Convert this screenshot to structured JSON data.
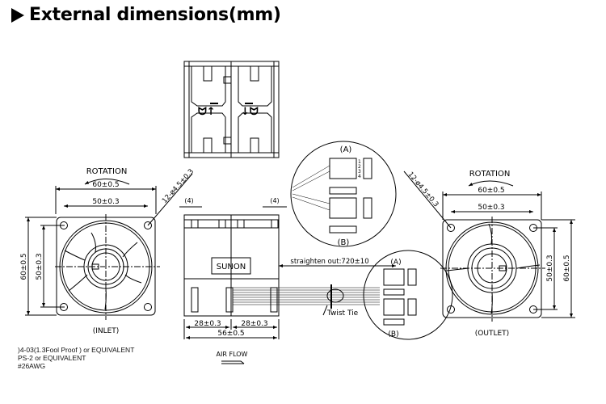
{
  "title": "External dimensions(mm)",
  "inlet_view": {
    "rotation_label": "ROTATION",
    "width_outer": "60±0.5",
    "width_hole": "50±0.3",
    "height_outer": "60±0.5",
    "height_hole": "50±0.3",
    "hole_callout": "12-ø4.5±0.3",
    "caption": "(INLET)"
  },
  "outlet_view": {
    "rotation_label": "ROTATION",
    "width_outer": "60±0.5",
    "width_hole": "50±0.3",
    "height_outer": "60±0.5",
    "height_hole": "50±0.3",
    "hole_callout": "12-ø4.5±0.3",
    "caption": "(OUTLET)"
  },
  "side_view": {
    "brand": "SUNON",
    "flange_left": "(4)",
    "flange_right": "(4)",
    "depth_left": "28±0.3",
    "depth_right": "28±0.3",
    "depth_total": "56±0.5",
    "airflow_label": "AIR FLOW",
    "lead_length": "straighten out:720±10",
    "twist_tie_label": "Twist Tie"
  },
  "connector_detail": {
    "connector_a": "(A)",
    "connector_b": "(B)",
    "pins": [
      "1",
      "2",
      "3",
      "4"
    ]
  },
  "notes": [
    ")4-03(1.3Fool Proof )  or EQUIVALENT",
    "PS-2 or EQUIVALENT",
    "#26AWG"
  ]
}
